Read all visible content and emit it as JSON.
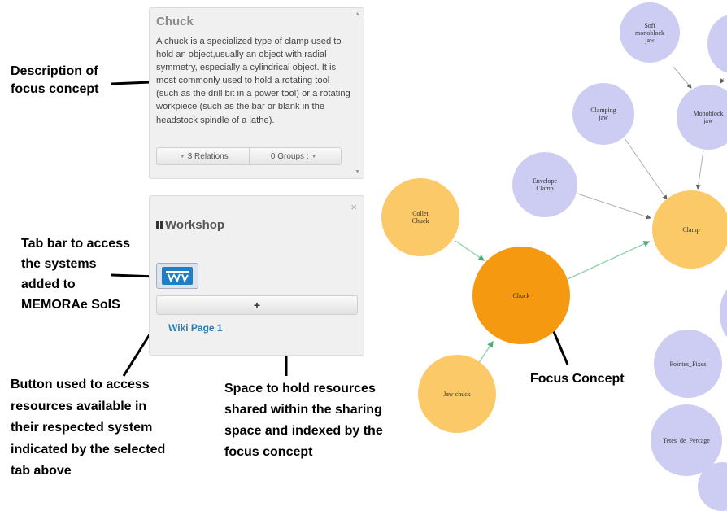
{
  "description_panel": {
    "title": "Chuck",
    "text": "A chuck is a specialized type of clamp used to hold an object,usually an object with radial symmetry, especially a cylindrical object. It is most commonly used to hold a rotating tool (such as the drill bit in a power tool) or a rotating workpiece (such as the bar or blank in the headstock spindle of a lathe).",
    "relations_label": "3 Relations",
    "groups_label": "0 Groups :"
  },
  "workshop_panel": {
    "title": "Workshop",
    "close_glyph": "×",
    "add_glyph": "+",
    "wiki_link": "Wiki Page 1"
  },
  "annotations": {
    "description": [
      "Description of",
      "focus concept"
    ],
    "tab_bar": [
      "Tab bar to access",
      "the systems",
      "added to",
      "MEMORAe SoIS"
    ],
    "button": [
      "Button used to access",
      "resources available in",
      "their respected system",
      "indicated by the selected",
      "tab above"
    ],
    "space": [
      "Space to hold resources",
      "shared within the sharing",
      "space and indexed by the",
      "focus concept"
    ],
    "focus": "Focus Concept"
  },
  "graph": {
    "nodes": {
      "soft_monoblock_jaw": [
        "Soft",
        "monoblock",
        "jaw"
      ],
      "clamping_jaw": [
        "Clamping",
        "jaw"
      ],
      "monoblock_jaw": [
        "Monoblock",
        "jaw"
      ],
      "envelope_clamp": [
        "Envelope",
        "Clamp"
      ],
      "collet_chuck": [
        "Collet",
        "Chuck"
      ],
      "clamp": "Clamp",
      "chuck": "Chuck",
      "jaw_chuck": "Jaw chuck",
      "pointes_fixes": "Pointes_Fixes",
      "tetes_de_percage": "Tetes_de_Percage"
    },
    "colors": {
      "related_concept": "#cdcdf3",
      "neighbor_concept": "#fbc968",
      "focus_concept": "#f59a10",
      "edge_related": "#b0b0b0",
      "edge_focus": "#8fd0a8"
    }
  }
}
